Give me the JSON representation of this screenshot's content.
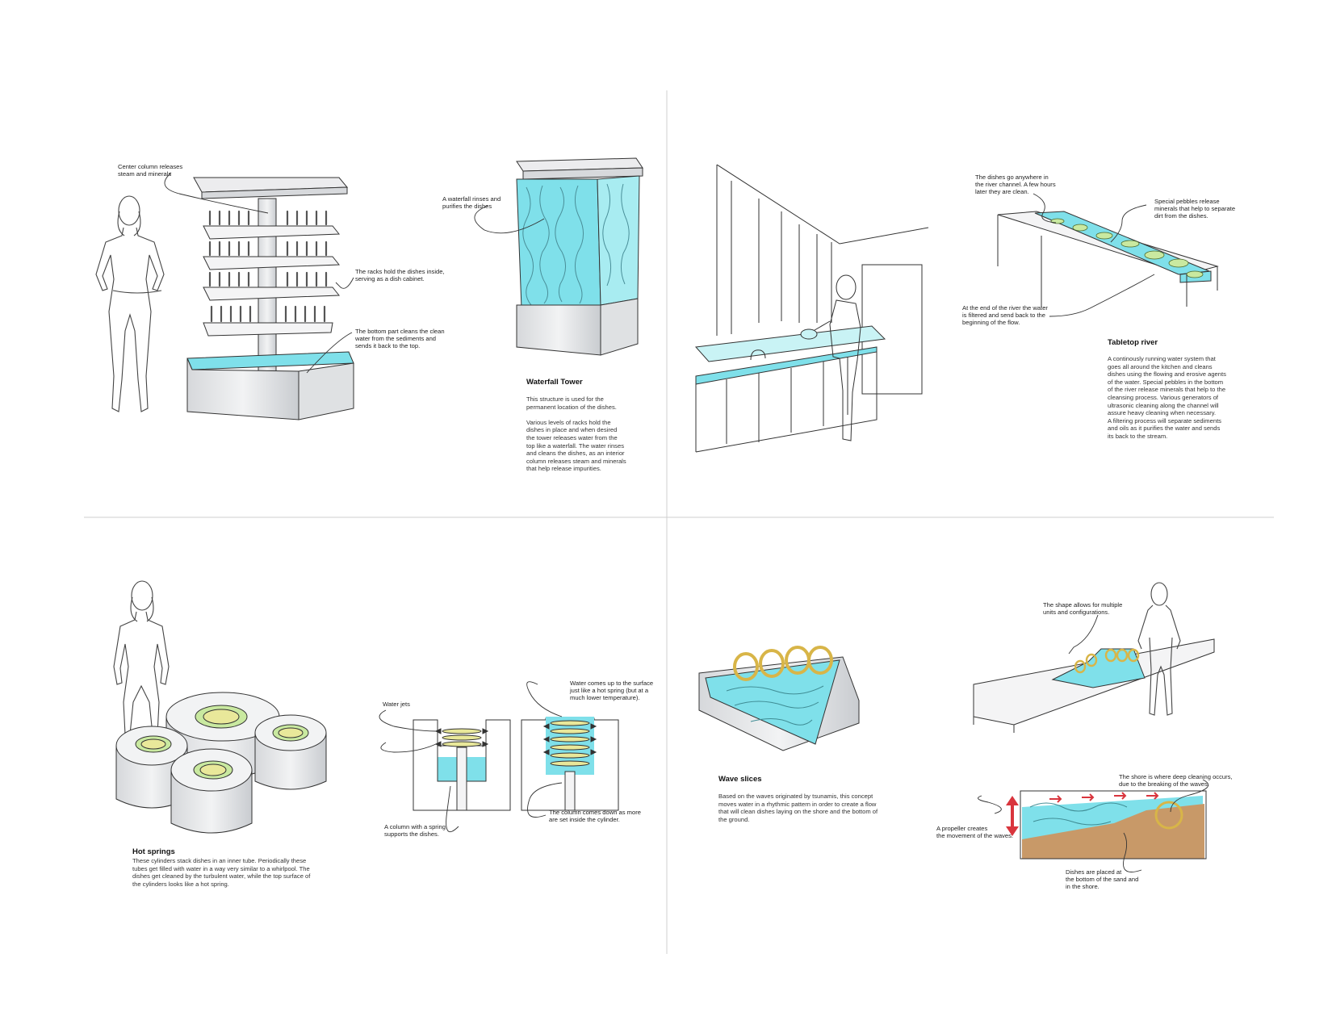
{
  "colors": {
    "water": "#7fe0ea",
    "water_light": "#c9f3f5",
    "line": "#333333",
    "gray_fill": "#e7e8ea",
    "divider": "#cfcfcf",
    "sand": "#c89968",
    "arrow_red": "#d9353d",
    "lens": "#e9e89a"
  },
  "waterfall_tower": {
    "title": "Waterfall Tower",
    "notes": {
      "center_column": "Center column releases\nsteam and minerals",
      "racks": "The racks hold the dishes inside,\nserving as a dish cabinet.",
      "bottom_part": "The bottom part cleans the clean\nwater from the sediments and\nsends it back to the top.",
      "waterfall": "A waterfall rinses and\npurifies the dishes"
    },
    "description": "This structure is used for the\npermanent location of the dishes.\n\nVarious levels of racks hold the\ndishes in place and when desired\nthe tower releases water from the\ntop like a waterfall. The water rinses\nand cleans the dishes, as an interior\ncolumn releases steam and minerals\nthat help release impurities."
  },
  "tabletop_river": {
    "title": "Tabletop river",
    "notes": {
      "dishes_go": "The dishes go anywhere in\nthe river channel. A few hours\nlater they are clean.",
      "pebbles": "Special pebbles release\nminerals that help to separate\ndirt from the dishes.",
      "end_of_river": "At the end of the river the water\nis filtered and send back to the\nbeginning of the flow."
    },
    "description": "A continously running water system that\ngoes all around the kitchen and cleans\ndishes using the flowing and erosive agents\nof the water. Special pebbles in the bottom\nof the river release minerals that help to the\ncleansing process. Various generators of\nultrasonic cleaning along the channel will\nassure heavy cleaning when necessary.\nA filtering process will separate sediments\nand oils as it purifies the water and sends\nits back to the stream."
  },
  "hot_springs": {
    "title": "Hot springs",
    "notes": {
      "water_jets": "Water jets",
      "water_comes_up": "Water comes up to the surface\njust like a hot spring (but at a\nmuch lower temperature).",
      "column_spring": "A column with a spring\nsupports the dishes.",
      "column_down": "The column comes down as more\nare set inside the cylinder."
    },
    "description": "These cylinders stack dishes in an inner tube. Periodically these\ntubes get filled with water in a way very similar to a whirlpool. The\ndishes get cleaned by the turbulent water, while the top surface of\nthe cylinders looks like a hot spring."
  },
  "wave_slices": {
    "title": "Wave slices",
    "notes": {
      "shape": "The shape allows for multiple\nunits and configurations.",
      "shore": "The shore is where deep cleaning occurs,\ndue to the breaking of the waves.",
      "propeller": "A propeller creates\nthe movement of the waves.",
      "dishes_placed": "Dishes are placed at\nthe bottom of the sand and\nin the shore."
    },
    "description": "Based on the waves originated by tsunamis, this concept\nmoves water in a rhythmic pattern in order to create a flow\nthat will clean dishes laying on the shore and the bottom of\nthe ground."
  }
}
